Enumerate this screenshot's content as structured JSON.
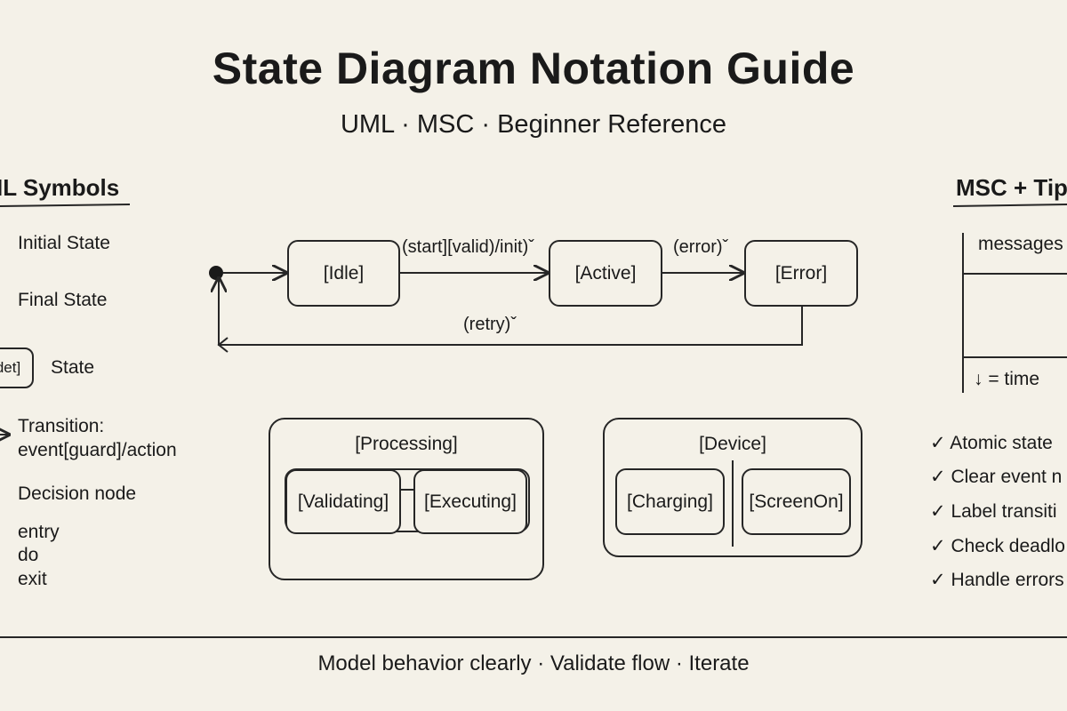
{
  "header": {
    "title": "State Diagram Notation Guide",
    "subtitle": "UML · MSC · Beginner Reference"
  },
  "left_panel": {
    "heading": "IL Symbols",
    "items": {
      "initial": "Initial State",
      "final": "Final State",
      "state_box_text": "det]",
      "state": "State",
      "transition_line1": "Transition:",
      "transition_line2": "event[guard]/action",
      "decision": "Decision node",
      "entry": "entry",
      "do": "do",
      "exit": "exit"
    }
  },
  "main_diagram": {
    "states": {
      "idle": "[Idle]",
      "active": "[Active]",
      "error": "[Error]"
    },
    "transitions": {
      "start": "(start][valid)/init)ˇ",
      "error": "(error)ˇ",
      "retry": "(retry)ˇ"
    }
  },
  "composite": {
    "processing": {
      "title": "[Processing]",
      "validating": "[Validating]",
      "executing": "[Executing]"
    },
    "device": {
      "title": "[Device]",
      "charging": "[Charging]",
      "screen_on": "[ScreenOn]"
    }
  },
  "right_panel": {
    "heading": "MSC + Tip",
    "messages": "messages",
    "time": "↓ = time",
    "check": "✓",
    "tips": [
      "Atomic state",
      "Clear event n",
      "Label transiti",
      "Check deadlo",
      "Handle errors"
    ]
  },
  "footer": {
    "text": "Model behavior clearly · Validate flow · Iterate"
  }
}
